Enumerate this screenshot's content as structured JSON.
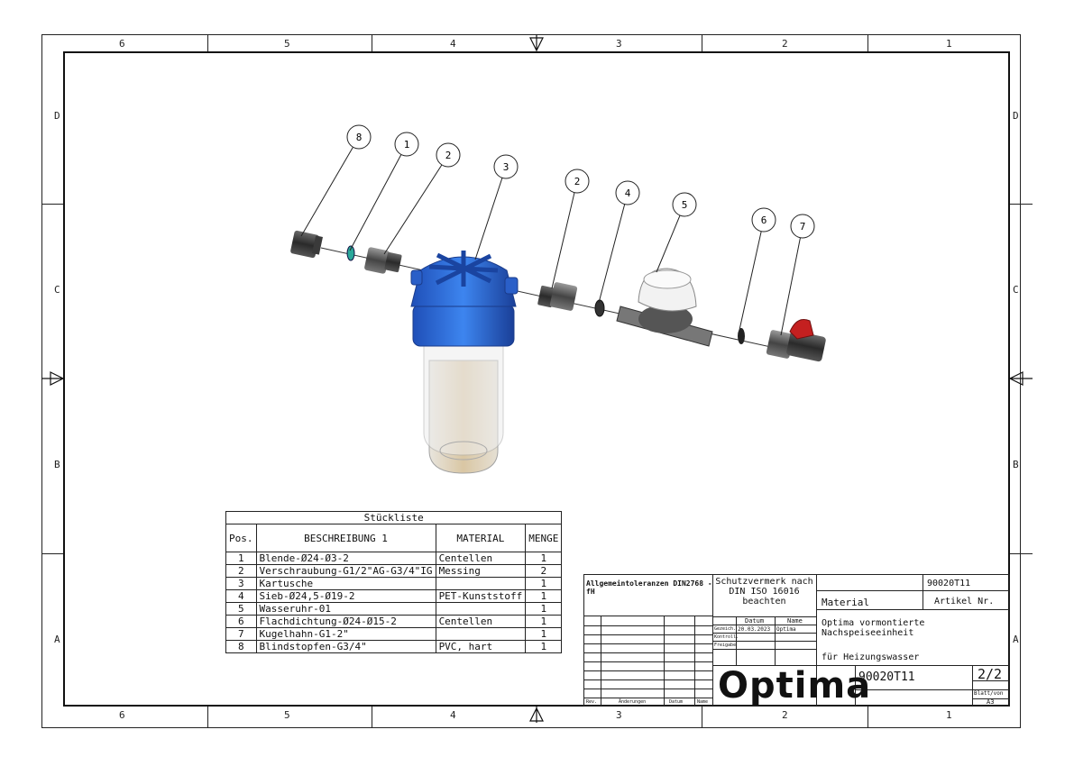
{
  "zones": {
    "columns": [
      "6",
      "5",
      "4",
      "3",
      "2",
      "1"
    ],
    "rows": [
      "D",
      "C",
      "B",
      "A"
    ]
  },
  "balloons": [
    "8",
    "1",
    "2",
    "3",
    "2",
    "4",
    "5",
    "6",
    "7"
  ],
  "bom": {
    "title": "Stückliste",
    "headers": [
      "Pos.",
      "BESCHREIBUNG 1",
      "MATERIAL",
      "MENGE"
    ],
    "rows": [
      [
        "1",
        "Blende-Ø24-Ø3-2",
        "Centellen",
        "1"
      ],
      [
        "2",
        "Verschraubung-G1/2\"AG-G3/4\"IG",
        "Messing",
        "2"
      ],
      [
        "3",
        "Kartusche",
        "",
        "1"
      ],
      [
        "4",
        "Sieb-Ø24,5-Ø19-2",
        "PET-Kunststoff",
        "1"
      ],
      [
        "5",
        "Wasseruhr-01",
        "",
        "1"
      ],
      [
        "6",
        "Flachdichtung-Ø24-Ø15-2",
        "Centellen",
        "1"
      ],
      [
        "7",
        "Kugelhahn-G1-2\"",
        "",
        "1"
      ],
      [
        "8",
        "Blindstopfen-G3/4\"",
        "PVC, hart",
        "1"
      ]
    ]
  },
  "title_block": {
    "tolerances": "Allgemeintoleranzen DIN2768 - fH",
    "protection": [
      "Schutzvermerk nach",
      "DIN ISO 16016",
      "beachten"
    ],
    "part_number_top": "90020T11",
    "material_label": "Material",
    "article_label": "Artikel Nr.",
    "date_header": "Datum",
    "name_header": "Name",
    "row_labels": [
      "Gezeich.",
      "Kontroll.",
      "Freigabe"
    ],
    "drawn_date": "20.03.2023",
    "drawn_name": "Optima",
    "description_1": "Optima vormontierte Nachspeiseeinheit",
    "description_2": "für Heizungswasser",
    "logo_text": "Optima",
    "drawing_number": "90020T11",
    "sheet": "2/2",
    "sheet_label": "Blatt/von",
    "format": "A3",
    "rev_headers": [
      "Rev.",
      "Änderungen",
      "Datum",
      "Name"
    ]
  },
  "colors": {
    "blue_housing": "#2f6fd6",
    "bowl": "#d9c7a2",
    "red_valve": "#c42020",
    "line": "#222222"
  }
}
